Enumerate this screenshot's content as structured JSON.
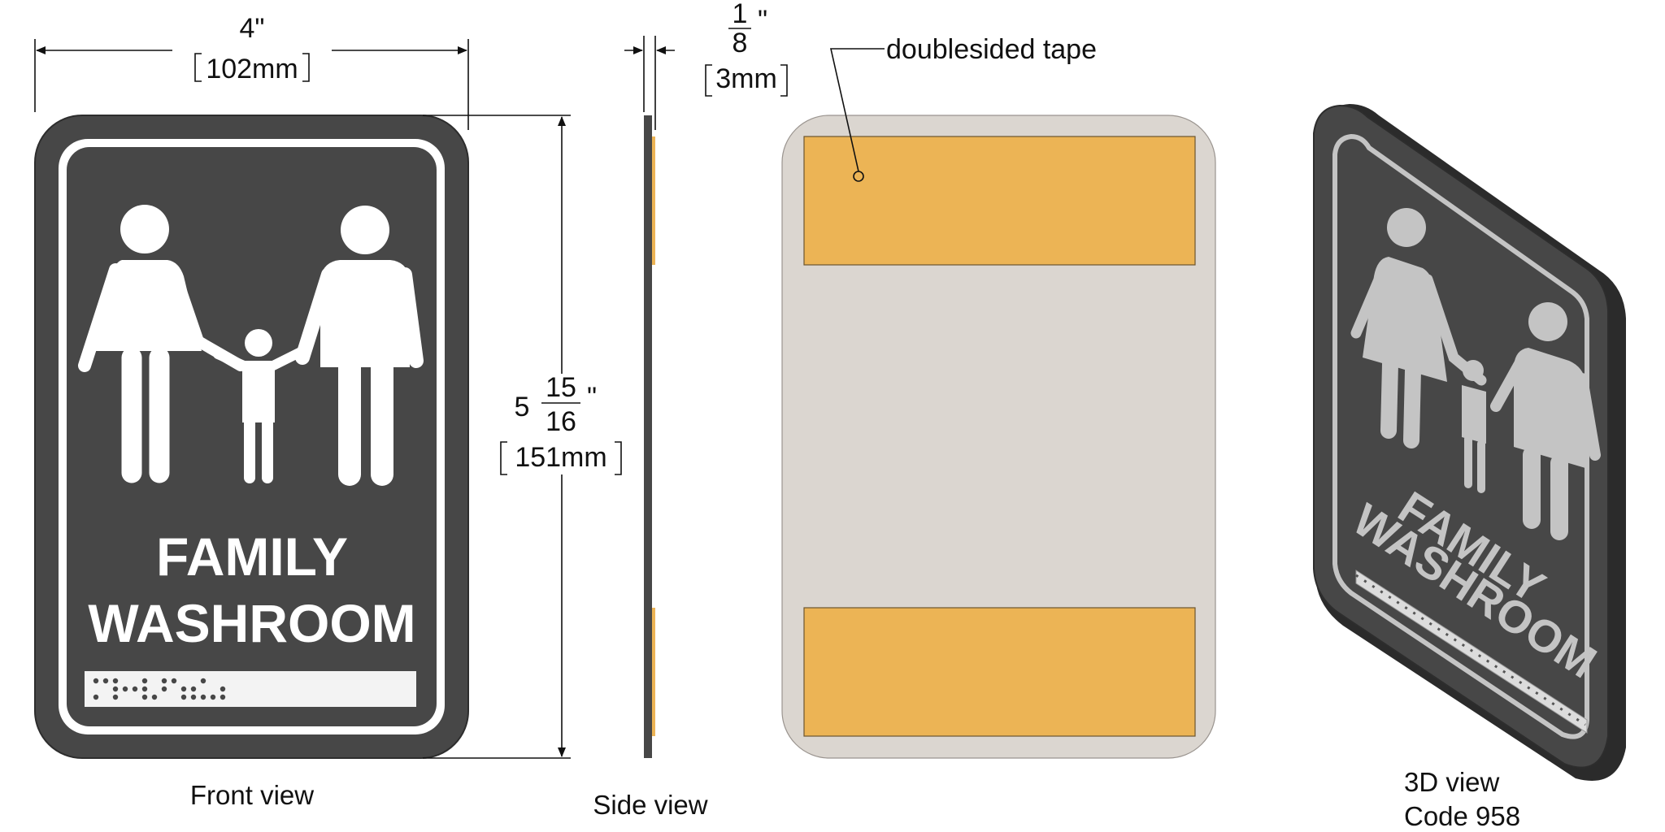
{
  "sign": {
    "line1": "FAMILY",
    "line2": "WASHROOM",
    "plate_color": "#474747",
    "figure_color": "#ffffff",
    "tape_color": "#ecb455",
    "backing_color": "#dbd6d0"
  },
  "dimensions": {
    "width_in": "4\"",
    "width_mm": "102mm",
    "height_whole": "5",
    "height_num": "15",
    "height_den": "16",
    "height_mm": "151mm",
    "thick_num": "1",
    "thick_den": "8",
    "thick_mm": "3mm",
    "inch_mark": "\""
  },
  "labels": {
    "tape": "doublesided tape",
    "front": "Front view",
    "side": "Side view",
    "view3d": "3D view",
    "code": "Code 958"
  }
}
